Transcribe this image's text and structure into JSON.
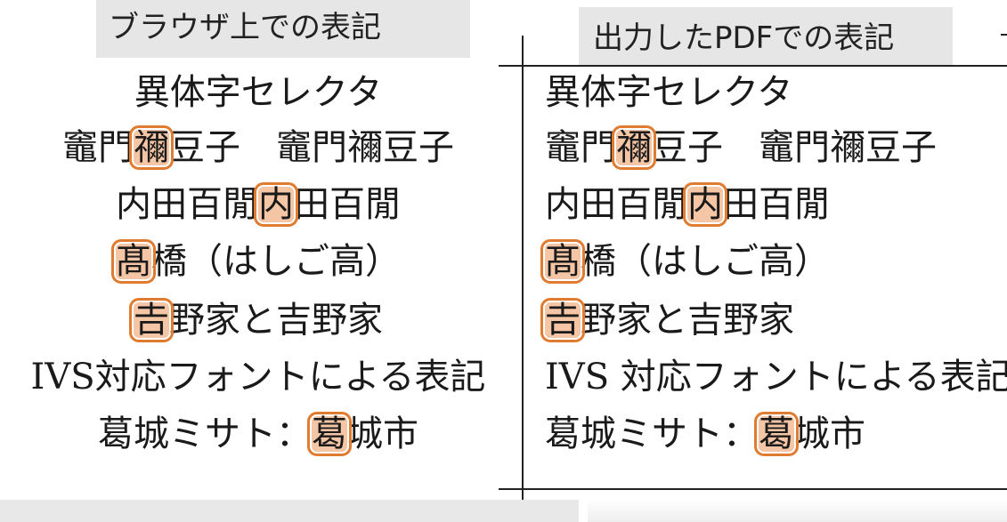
{
  "labels": {
    "browser": "ブラウザ上での表記",
    "pdf": "出力したPDFでの表記"
  },
  "left_lines": [
    {
      "segments": [
        {
          "t": "異体字セレクタ",
          "hl": false
        }
      ]
    },
    {
      "segments": [
        {
          "t": "竈門",
          "hl": false
        },
        {
          "t": "禰",
          "hl": true
        },
        {
          "t": "豆子",
          "hl": false
        },
        {
          "t": "　竈門禰豆子",
          "hl": false
        }
      ]
    },
    {
      "segments": [
        {
          "t": "内田百閒",
          "hl": false
        },
        {
          "t": "内",
          "hl": true
        },
        {
          "t": "田百閒",
          "hl": false
        }
      ]
    },
    {
      "segments": [
        {
          "t": "髙",
          "hl": true
        },
        {
          "t": "橋（はしご高）",
          "hl": false
        }
      ]
    },
    {
      "segments": [
        {
          "t": "𠮷",
          "hl": true
        },
        {
          "t": "野家と吉野家",
          "hl": false
        }
      ]
    },
    {
      "segments": [
        {
          "t": "IVS対応フォントによる表記",
          "hl": false
        }
      ]
    },
    {
      "segments": [
        {
          "t": "葛城ミサト：",
          "hl": false
        },
        {
          "t": "葛",
          "hl": true
        },
        {
          "t": "城市",
          "hl": false
        }
      ]
    }
  ],
  "right_lines": [
    {
      "segments": [
        {
          "t": "異体字セレクタ",
          "hl": false
        }
      ]
    },
    {
      "segments": [
        {
          "t": "竈門",
          "hl": false
        },
        {
          "t": "禰",
          "hl": true
        },
        {
          "t": "豆子",
          "hl": false
        },
        {
          "t": "　竈門禰豆子",
          "hl": false
        }
      ]
    },
    {
      "segments": [
        {
          "t": "内田百閒",
          "hl": false
        },
        {
          "t": "内",
          "hl": true
        },
        {
          "t": "田百閒",
          "hl": false
        }
      ]
    },
    {
      "segments": [
        {
          "t": "髙",
          "hl": true
        },
        {
          "t": "橋（はしご高）",
          "hl": false
        }
      ]
    },
    {
      "segments": [
        {
          "t": "𠮷",
          "hl": true
        },
        {
          "t": "野家と吉野家",
          "hl": false
        }
      ]
    },
    {
      "segments": [
        {
          "t": "IVS 対応フォントによる表記",
          "hl": false
        }
      ]
    },
    {
      "segments": [
        {
          "t": "葛城ミサト：",
          "hl": false
        },
        {
          "t": "葛",
          "hl": true
        },
        {
          "t": "城市",
          "hl": false
        }
      ]
    }
  ],
  "colors": {
    "highlight_fill": "#f5c6a5",
    "highlight_border": "#e07b30",
    "label_bg": "#e6e6e6"
  }
}
